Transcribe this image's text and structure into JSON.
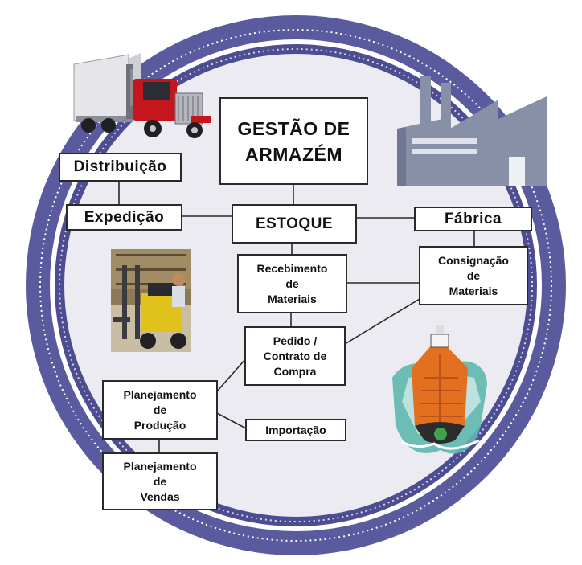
{
  "diagram": {
    "title_box": {
      "line1": "GESTÃO DE",
      "line2": "ARMAZÉM"
    },
    "nodes": {
      "distribuicao": "Distribuição",
      "expedicao": "Expedição",
      "estoque": "ESTOQUE",
      "fabrica": "Fábrica",
      "recebimento": {
        "line1": "Recebimento",
        "line2": "de",
        "line3": "Materiais"
      },
      "consignacao": {
        "line1": "Consignação",
        "line2": "de",
        "line3": "Materiais"
      },
      "pedido": {
        "line1": "Pedido /",
        "line2": "Contrato de",
        "line3": "Compra"
      },
      "planejamento_producao": {
        "line1": "Planejamento",
        "line2": "de",
        "line3": "Produção"
      },
      "importacao": "Importação",
      "planejamento_vendas": {
        "line1": "Planejamento",
        "line2": "de",
        "line3": "Vendas"
      }
    }
  },
  "colors": {
    "ring_outer": "#5a5a9e",
    "ring_inner": "#4d4d92",
    "disc": "#ecebf1",
    "line": "#2a2a2a",
    "truck_cab": "#c4161c",
    "factory": "#8790a6",
    "ship_hull": "#e3701e",
    "sea": "#5fb8b0"
  }
}
